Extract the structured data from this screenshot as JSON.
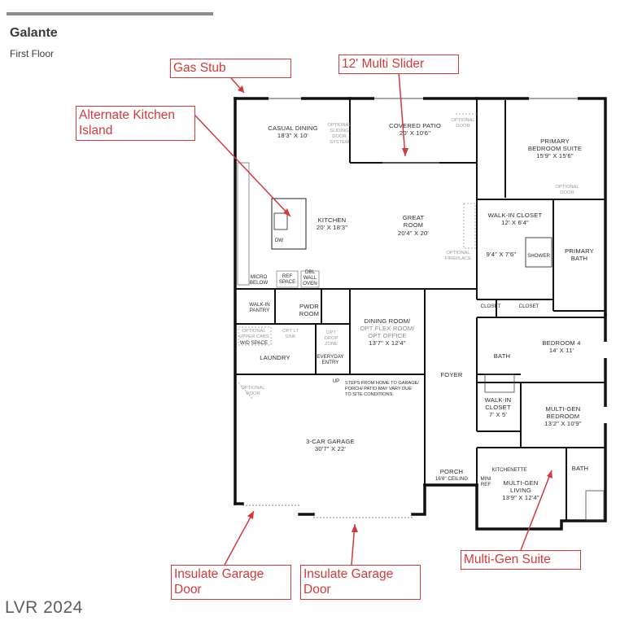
{
  "header": {
    "title": "Galante",
    "subtitle": "First Floor"
  },
  "watermark": "LVR 2024",
  "callouts": {
    "gas_stub": "Gas Stub",
    "multi_slider": "12' Multi Slider",
    "alt_island": "Alternate Kitchen Island",
    "insulate_garage_1": "Insulate Garage Door",
    "insulate_garage_2": "Insulate Garage Door",
    "multigen_suite": "Multi-Gen Suite"
  },
  "rooms": {
    "casual_dining": {
      "name": "CASUAL DINING",
      "dim": "18'3\" X 10'"
    },
    "covered_patio": {
      "name": "COVERED PATIO",
      "dim": "20' X 10'6\""
    },
    "primary_suite": {
      "name1": "PRIMARY",
      "name2": "BEDROOM SUITE",
      "dim": "15'9\" X 15'6\""
    },
    "kitchen": {
      "name": "KITCHEN",
      "dim": "20' X 18'3\""
    },
    "great_room": {
      "name1": "GREAT",
      "name2": "ROOM",
      "dim": "20'4\" X 20'"
    },
    "walkin_closet_primary": {
      "name": "WALK-IN CLOSET",
      "dim": "12' X 6'4\""
    },
    "primary_bath": {
      "name1": "PRIMARY",
      "name2": "BATH"
    },
    "bath_size": "9'4\" X 7'6\"",
    "shower": "SHOWER",
    "walkin_pantry": {
      "name1": "WALK-IN",
      "name2": "PANTRY"
    },
    "pwdr_room": {
      "name1": "PWDR",
      "name2": "ROOM"
    },
    "dining_room": {
      "name1": "DINING ROOM/",
      "name2": "OPT FLEX ROOM/",
      "name3": "OPT OFFICE",
      "dim": "13'7\" X 12'4\""
    },
    "closet": "CLOSET",
    "bedroom4": {
      "name": "BEDROOM 4",
      "dim": "14' X 11'"
    },
    "bath": "BATH",
    "laundry": "LAUNDRY",
    "everyday_entry": {
      "line1": "EVERYDAY",
      "line2": "ENTRY"
    },
    "foyer": "FOYER",
    "walkin_closet_mg": {
      "name1": "WALK-IN",
      "name2": "CLOSET",
      "dim": "7' X 5'"
    },
    "multigen_bedroom": {
      "name1": "MULTI-GEN",
      "name2": "BEDROOM",
      "dim": "13'2\" X 10'9\""
    },
    "garage": {
      "name": "3-CAR GARAGE",
      "dim": "30'7\" X 22'"
    },
    "porch": {
      "name": "PORCH",
      "dim": "16'6\" CEILING"
    },
    "kitchenette": "KITCHENETTE",
    "multigen_living": {
      "name1": "MULTI-GEN",
      "name2": "LIVING",
      "dim": "13'9\" X 12'4\""
    }
  },
  "labels": {
    "dw": "DW",
    "micro": "MICRO",
    "below": "BELOW",
    "ref_space_1": "REF",
    "ref_space_2": "SPACE",
    "dbl_wall_oven_1": "DBL",
    "dbl_wall_oven_2": "WALL",
    "dbl_wall_oven_3": "OVEN",
    "up": "UP",
    "mini_ref_1": "MINI",
    "mini_ref_2": "REF",
    "optional": "OPTIONAL",
    "sliding": "SLIDING",
    "door": "DOOR",
    "system": "SYSTEM",
    "fireplace": "FIREPLACE",
    "opt_drop": "OPT",
    "drop": "DROP",
    "zone": "ZONE",
    "optional_upper_cabs_1": "OPTIONAL",
    "optional_upper_cabs_2": "UPPER CABS",
    "wd_space": "W/D SPACE",
    "opt_sink_1": "OPT LT",
    "opt_sink_2": "SINK",
    "steps_note_1": "STEPS FROM HOME TO GARAGE/",
    "steps_note_2": "PORCH/ PATIO MAY VARY DUE",
    "steps_note_3": "TO SITE CONDITIONS."
  },
  "colors": {
    "callout": "#d23a3a",
    "wall": "#111111",
    "optional": "#9a9a9a"
  }
}
